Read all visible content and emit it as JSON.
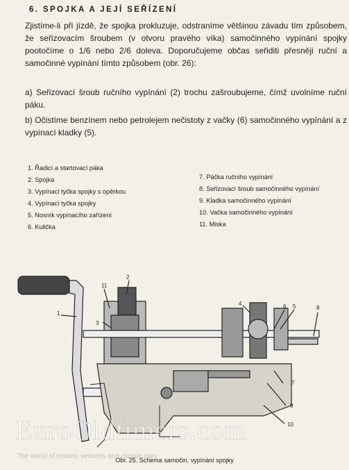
{
  "heading": "6. SPOJKA A JEJÍ SEŘÍZENÍ",
  "intro": "Zjistíme-li při jízdě, že spojka prokluzuje, odstraníme většinou závadu tím způsobem, že seřizovacím šroubem (v otvoru pravého víka) samočinného vypínání spojky pootočíme o 1/6 nebo 2/6 doleva. Doporučujeme občas seřiditi přesněji ruční a samočinné vypínání tímto způsobem (obr. 26):",
  "steps": [
    {
      "marker": "a)",
      "text": "Seřizovací šroub ručního vypínání (2) trochu zašroubujeme, čímž uvolníme ruční páku."
    },
    {
      "marker": "b)",
      "text": "Očistíme benzínem nebo petrolejem nečistoty z vačky (6) samočinného vypínání a z vypínací kladky (5)."
    }
  ],
  "legend_left": [
    "1. Řadicí a startovací páka",
    "2. Spojka",
    "3. Vypínací tyčka spojky s opěrkou",
    "4. Vypínací tyčka spojky",
    "5. Nosník vypínacího zařízení",
    "6. Kulička"
  ],
  "legend_right": [
    "7. Páčka ručního vypínání",
    "8. Seřizovací šroub samočinného vypínání",
    "9. Kladka samočinného vypínání",
    "10. Vačka samočinného vypínání",
    "11. Miska"
  ],
  "figure": {
    "callouts": [
      "1",
      "2",
      "3",
      "4",
      "5",
      "6",
      "7",
      "8",
      "9",
      "10",
      "11"
    ],
    "caption": "Obr. 25. Schema samočin. vypínání spojky"
  },
  "watermark": {
    "brand": "EuroOldtimers.com",
    "tagline": "The world of historic vehicles and classic cars"
  }
}
